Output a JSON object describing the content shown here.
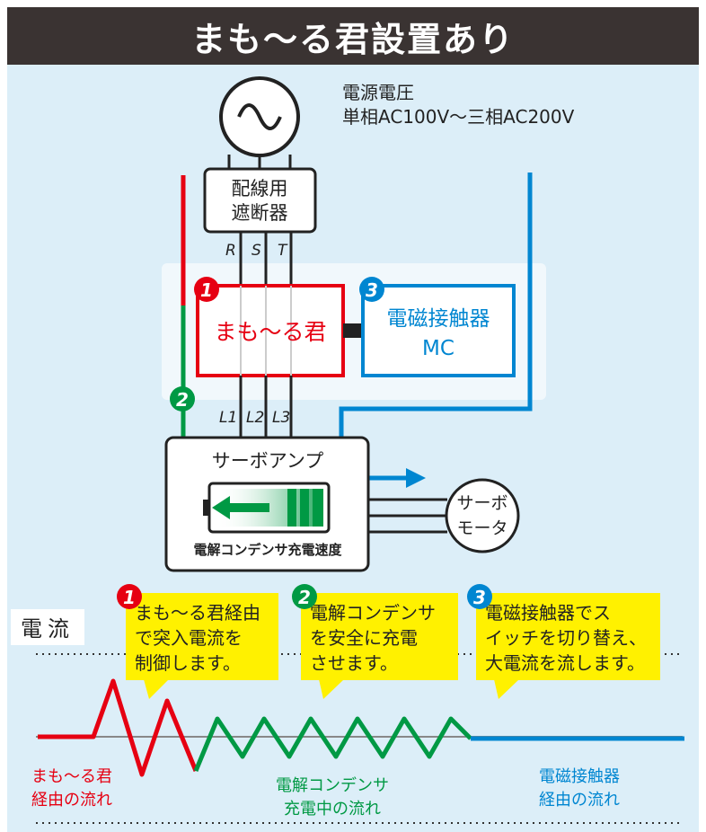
{
  "title": "まも〜る君設置あり",
  "power": {
    "line1": "電源電圧",
    "line2": "単相AC100V〜三相AC200V"
  },
  "breaker": {
    "line1": "配線用",
    "line2": "遮断器"
  },
  "phases_in": [
    "R",
    "S",
    "T"
  ],
  "phases_out": [
    "L1",
    "L2",
    "L3"
  ],
  "mamoru_box": {
    "num": "1",
    "label": "まも〜る君"
  },
  "contactor_box": {
    "num": "3",
    "line1": "電磁接触器",
    "line2": "MC"
  },
  "flow2_num": "2",
  "amp": {
    "label": "サーボアンプ",
    "sub": "電解コンデンサ充電速度"
  },
  "motor": {
    "line1": "サーボ",
    "line2": "モータ"
  },
  "current_label": "電流",
  "callouts": [
    {
      "num": "1",
      "lines": [
        "まも〜る君経由",
        "で突入電流を",
        "制御します。"
      ]
    },
    {
      "num": "2",
      "lines": [
        "電解コンデンサ",
        "を安全に充電",
        "させます。"
      ]
    },
    {
      "num": "3",
      "lines": [
        "電磁接触器でス",
        "イッチを切り替え、",
        "大電流を流します。"
      ]
    }
  ],
  "flow_labels": [
    {
      "lines": [
        "まも〜る君",
        "経由の流れ"
      ],
      "color": "#e60012"
    },
    {
      "lines": [
        "電解コンデンサ",
        "充電中の流れ"
      ],
      "color": "#009944"
    },
    {
      "lines": [
        "電磁接触器",
        "経由の流れ"
      ],
      "color": "#0086d1"
    }
  ],
  "colors": {
    "red": "#e60012",
    "green": "#009944",
    "blue": "#0086d1",
    "yellow": "#fff100",
    "dark": "#3a3332"
  }
}
